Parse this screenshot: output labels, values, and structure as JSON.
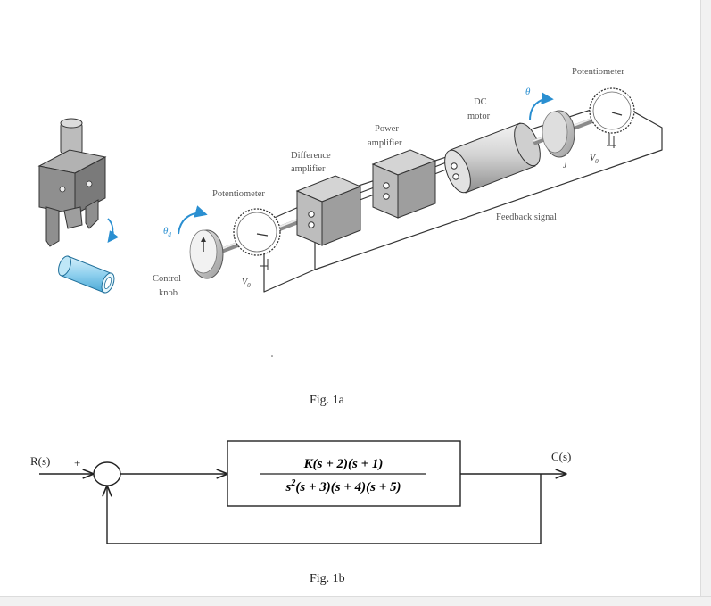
{
  "fig1a": {
    "caption": "Fig. 1a",
    "labels": {
      "potentiometer_out": "Potentiometer",
      "potentiometer_in": "Potentiometer",
      "dc_motor_line1": "DC",
      "dc_motor_line2": "motor",
      "power_amp_line1": "Power",
      "power_amp_line2": "amplifier",
      "diff_amp_line1": "Difference",
      "diff_amp_line2": "amplifier",
      "feedback": "Feedback signal",
      "control_line1": "Control",
      "control_line2": "knob",
      "theta_d": "θ",
      "theta_d_sub": "d",
      "theta_out": "θ",
      "theta_load": "θ",
      "inertia": "J",
      "v0_in": "V",
      "v0_out": "V",
      "v0_sub": "0"
    }
  },
  "fig1b": {
    "caption": "Fig. 1b",
    "input": "R(s)",
    "output": "C(s)",
    "plus": "+",
    "minus": "−",
    "tf_numerator": "K(s + 2)(s + 1)",
    "tf_denominator_s": "s",
    "tf_denominator_exp": "2",
    "tf_denominator_rest": "(s + 3)(s + 4)(s + 5)"
  },
  "colors": {
    "ink": "#222222",
    "gray_block": "#9a9a9a",
    "accent_cyan": "#2a8fd1",
    "cylinder": "#8fd0ee"
  }
}
